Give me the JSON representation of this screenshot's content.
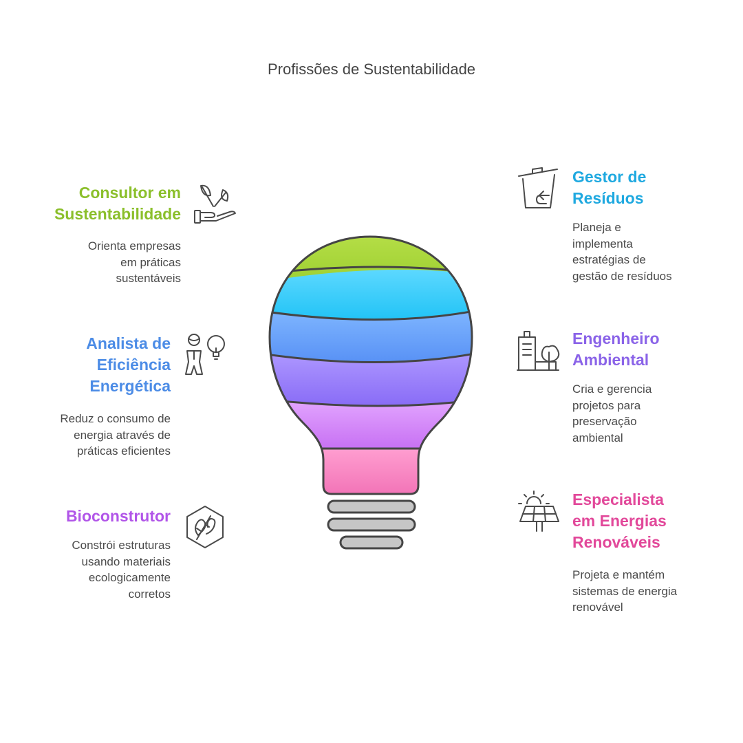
{
  "title": "Profissões de Sustentabilidade",
  "colors": {
    "green": "#8BBF2B",
    "cyan": "#1FA9E0",
    "blue": "#4C8CE6",
    "violet": "#8A63E8",
    "purple": "#B155E8",
    "pink": "#E2489A",
    "outline": "#454545"
  },
  "items": {
    "consultor": {
      "title_l1": "Consultor em",
      "title_l2": "Sustentabilidade",
      "desc_l1": "Orienta empresas",
      "desc_l2": "em práticas",
      "desc_l3": "sustentáveis",
      "icon": "hand-with-plant-icon"
    },
    "analista": {
      "title_l1": "Analista de",
      "title_l2": "Eficiência",
      "title_l3": "Energética",
      "desc_l1": "Reduz o consumo de",
      "desc_l2": "energia através de",
      "desc_l3": "práticas eficientes",
      "icon": "person-with-lightbulb-icon"
    },
    "bioconstrutor": {
      "title_l1": "Bioconstrutor",
      "desc_l1": "Constrói estruturas",
      "desc_l2": "usando materiais",
      "desc_l3": "ecologicamente",
      "desc_l4": "corretos",
      "icon": "hexagon-leaf-icon"
    },
    "gestor": {
      "title_l1": "Gestor de",
      "title_l2": "Resíduos",
      "desc_l1": "Planeja e",
      "desc_l2": "implementa",
      "desc_l3": "estratégias de",
      "desc_l4": "gestão de resíduos",
      "icon": "recycle-bin-icon"
    },
    "engenheiro": {
      "title_l1": "Engenheiro",
      "title_l2": "Ambiental",
      "desc_l1": "Cria e gerencia",
      "desc_l2": "projetos para",
      "desc_l3": "preservação",
      "desc_l4": "ambiental",
      "icon": "building-with-tree-icon"
    },
    "especialista": {
      "title_l1": "Especialista",
      "title_l2": "em Energias",
      "title_l3": "Renováveis",
      "desc_l1": "Projeta e mantém",
      "desc_l2": "sistemas de energia",
      "desc_l3": "renovável",
      "icon": "solar-panel-sun-icon"
    }
  }
}
